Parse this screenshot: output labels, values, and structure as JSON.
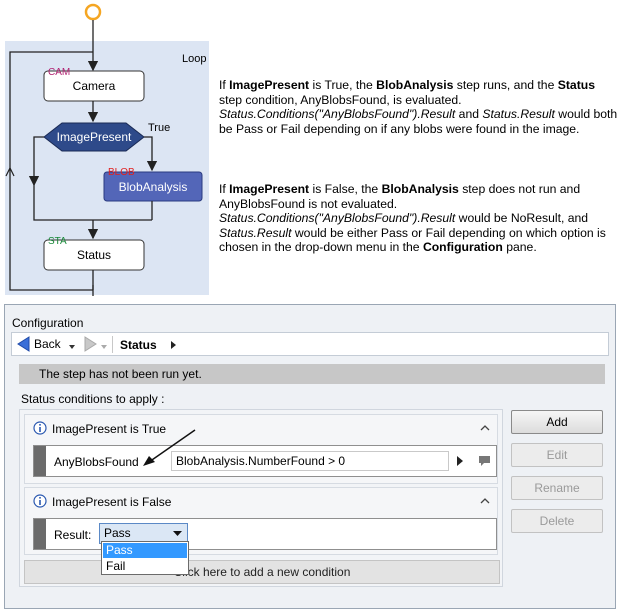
{
  "flowchart": {
    "loop_label": "Loop",
    "camera": {
      "tag": "CAM",
      "label": "Camera"
    },
    "decision": {
      "label": "ImagePresent",
      "true_label": "True"
    },
    "blob": {
      "tag": "BLOB",
      "label": "BlobAnalysis"
    },
    "status": {
      "tag": "STA",
      "label": "Status"
    }
  },
  "explanations": {
    "true_case": {
      "t1": "If ",
      "b1": "ImagePresent",
      "t2": " is True, the ",
      "b2": "BlobAnalysis",
      "t3": " step runs, and the ",
      "b3": "Status",
      "t4": " step condition, AnyBlobsFound, is evaluated.",
      "i1": "Status.Conditions(\"AnyBlobsFound\").Result",
      "t5": " and ",
      "i2": "Status.Result",
      "t6": " would both be Pass or Fail depending on if any blobs were found in the image."
    },
    "false_case": {
      "t1": "If ",
      "b1": "ImagePresent",
      "t2": " is False, the ",
      "b2": "BlobAnalysis",
      "t3": " step does not run and AnyBlobsFound is not evaluated.",
      "i1": "Status.Conditions(\"AnyBlobsFound\").Result",
      "t4": " would be NoResult, and ",
      "i2": "Status.Result",
      "t5": " would be either Pass or Fail depending on which option is chosen in the drop-down menu in the ",
      "b3": "Configuration",
      "t6": " pane."
    }
  },
  "configuration": {
    "title": "Configuration",
    "nav": {
      "back_label": "Back",
      "breadcrumb": "Status"
    },
    "run_status": "The step has not been run yet.",
    "conditions_heading": "Status conditions to apply :",
    "condition_true": {
      "title": "ImagePresent is True",
      "name": "AnyBlobsFound",
      "expression": "BlobAnalysis.NumberFound > 0"
    },
    "condition_false": {
      "title": "ImagePresent is False",
      "result_label": "Result:",
      "result_value": "Pass",
      "options": [
        "Pass",
        "Fail"
      ]
    },
    "add_condition_text": "Click here to add a new condition",
    "buttons": {
      "add": "Add",
      "edit": "Edit",
      "rename": "Rename",
      "delete": "Delete"
    }
  },
  "colors": {
    "loop_background": "#dce5f3",
    "decision_fill": "#2e4a8a",
    "blob_fill": "#5366b8",
    "start_node": "#f5a623",
    "selection": "#3399ff"
  },
  "icons": [
    "start-node-icon",
    "back-arrow-icon",
    "forward-arrow-icon",
    "chevron-right-icon",
    "info-icon",
    "collapse-chevron-icon",
    "comment-icon",
    "dropdown-arrow-icon",
    "annotation-arrow-icon"
  ]
}
